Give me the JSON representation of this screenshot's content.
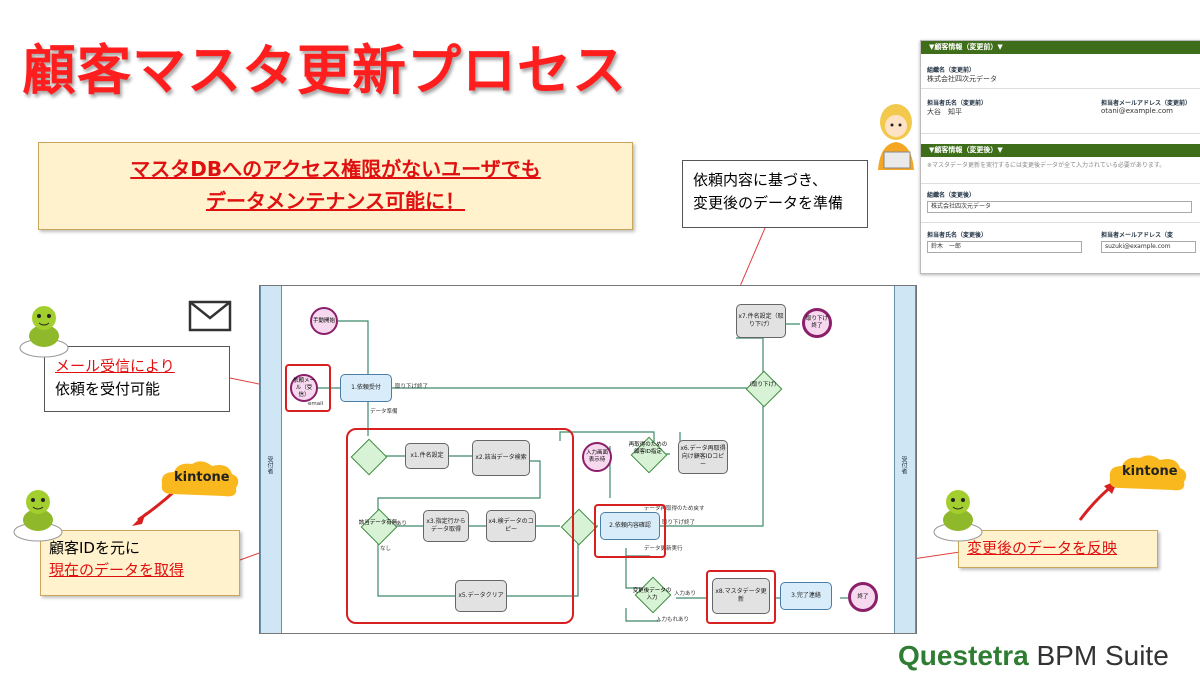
{
  "title": "顧客マスタ更新プロセス",
  "headline": {
    "line1": "マスタDBへのアクセス権限がないユーザでも",
    "line2": "データメンテナンス可能に！"
  },
  "callouts": {
    "mail_red": "メール受信により",
    "mail_rest": "依頼を受付可能",
    "prepare_line1": "依頼内容に基づき、",
    "prepare_line2": "変更後のデータを準備",
    "customer_line1": "顧客IDを元に",
    "customer_red": "現在のデータを取得",
    "reflect": "変更後のデータを反映"
  },
  "kintone": {
    "left": "kintone",
    "right": "kintone"
  },
  "form": {
    "before_header": "▼顧客情報（変更前）▼",
    "before_org_label": "組織名（変更前）",
    "before_org_value": "株式会社四次元データ",
    "before_person_label": "担当者氏名（変更前）",
    "before_person_value": "大谷　知平",
    "before_mail_label": "担当者メールアドレス（変更前）",
    "before_mail_value": "otani@example.com",
    "after_header": "▼顧客情報（変更後）▼",
    "after_notice": "※マスタデータ更新を実行するには変更後データが全て入力されている必要があります。",
    "after_org_label": "組織名（変更後）",
    "after_org_value": "株式会社四次元データ",
    "after_person_label": "担当者氏名（変更後）",
    "after_person_value": "鈴木　一郎",
    "after_mail_label": "担当者メールアドレス（変",
    "after_mail_value": "suzuki@example.com"
  },
  "diagram": {
    "lane_left": "受付者",
    "lane_right": "受付者",
    "start": "手動開始",
    "mail_event": "依頼メール（受信）",
    "email_tag": "email",
    "t1": "1.依頼受付",
    "t_x7": "x7.件名設定（取り下げ）",
    "e_withdraw": "取り下げ終了",
    "gw_withdraw": "（取り下げ）",
    "lbl_withdraw_top": "取り下げ終了",
    "lbl_data_prepare": "データ準備",
    "t_x1": "x1.件名設定",
    "t_x2": "x2.該当データ検索",
    "gw_exists": "該当データ有無",
    "lbl_yes": "あり",
    "lbl_no": "なし",
    "t_x3": "x3.指定行からデータ取得",
    "t_x4": "x4.検データのコピー",
    "t_x5": "x5.データクリア",
    "e_input_wait": "入力画面表示待",
    "gw_recheck": "再取得のための顧客ID指定",
    "t_x6": "x6.データ再取得向け顧客IDコピー",
    "lbl_recheck_back": "データ再取得のため戻す",
    "t2": "2.依頼内容確認",
    "lbl_withdraw_mid": "取り下げ終了",
    "lbl_data_update": "データ更新実行",
    "gw_changed": "変更後データの入力",
    "lbl_input_yes": "入力あり",
    "lbl_input_missing": "入力もれあり",
    "t_x8": "x8.マスタデータ更新",
    "t3": "3.完了連絡",
    "e_end": "終了"
  },
  "brand": {
    "strong": "Questetra",
    "rest": " BPM Suite"
  },
  "colors": {
    "title": "#ff1e1e",
    "accent_red": "#d92020",
    "callout_bg": "#fff2cc",
    "lane": "#cfe7f5",
    "kintone_cloud": "#f9b81e"
  }
}
